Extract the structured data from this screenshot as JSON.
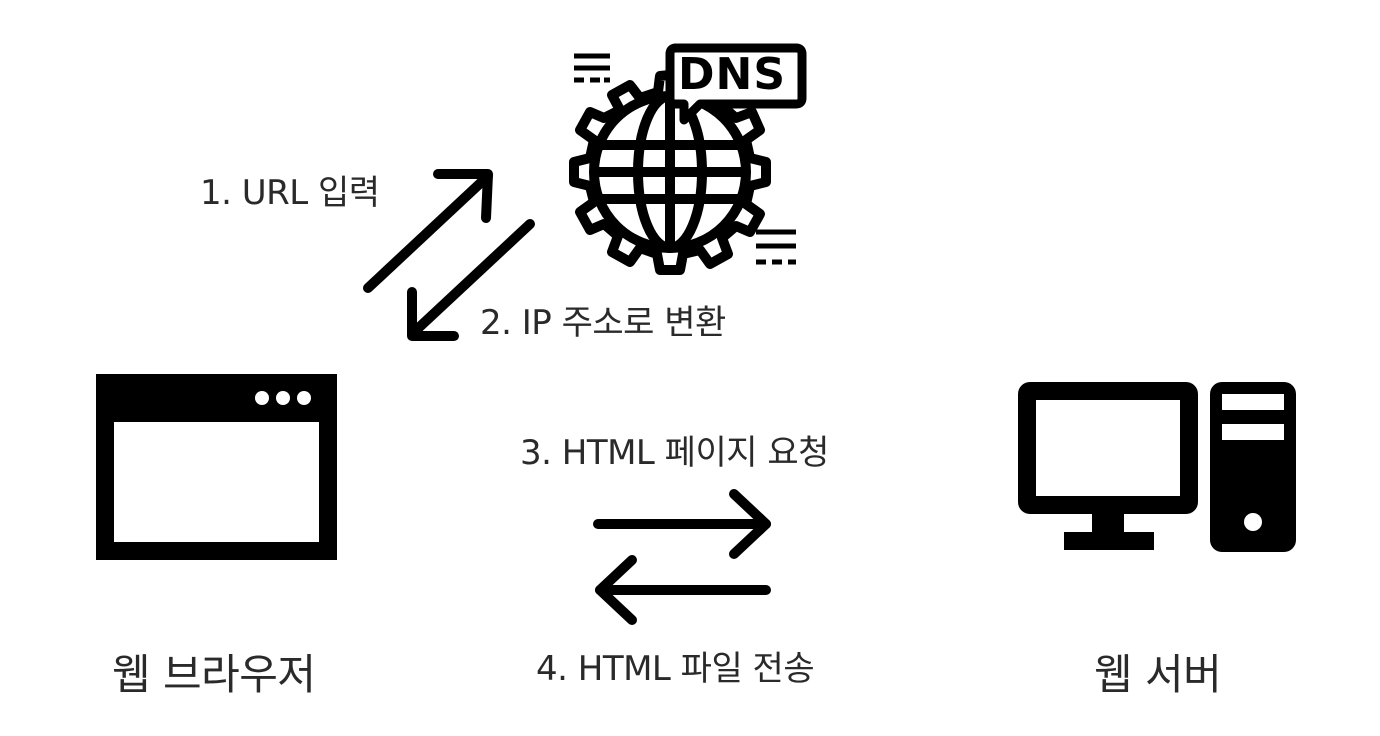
{
  "nodes": {
    "dns": {
      "badge_text": "DNS",
      "icon": "dns-globe-icon"
    },
    "browser": {
      "label": "웹 브라우저",
      "icon": "browser-window-icon"
    },
    "server": {
      "label": "웹 서버",
      "icon": "desktop-computer-icon"
    }
  },
  "steps": [
    {
      "text": "1. URL 입력"
    },
    {
      "text": "2. IP 주소로 변환"
    },
    {
      "text": "3. HTML 페이지 요청"
    },
    {
      "text": "4. HTML 파일 전송"
    }
  ],
  "colors": {
    "ink": "#000000",
    "text": "#2a2a2a",
    "background": "#ffffff"
  }
}
